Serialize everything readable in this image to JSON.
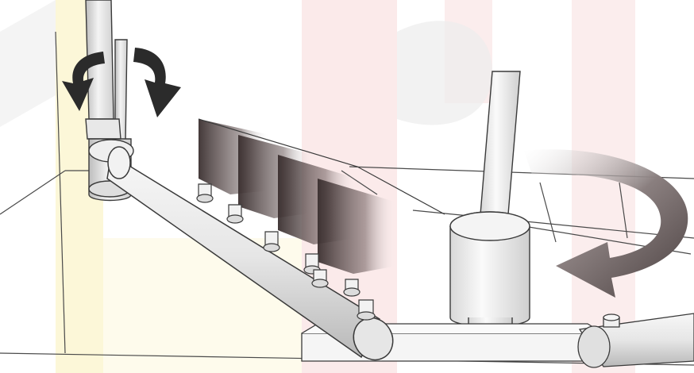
{
  "illustration": {
    "colors": {
      "background": "#ffffff",
      "watermark_yellow": "#fbf3c8",
      "watermark_pink": "#f8dcdc",
      "watermark_grey": "#ececec",
      "line": "#3a3a3a",
      "pipe_fill": "#e9e9e9",
      "pipe_shadow": "#9a9a9a",
      "arrow_dark": "#2b2b2b",
      "arrow_grey": "#6b6262",
      "spray_dark": "#3a2f2f"
    },
    "parts": [
      "vertical-feed-pipe",
      "elbow-fitting",
      "spray-manifold",
      "spray-nozzle",
      "water-spray",
      "rotation-arrow-left",
      "rotation-arrow-right",
      "motor-hub",
      "rotation-arrow-large",
      "base-plate",
      "second-manifold-end"
    ]
  }
}
